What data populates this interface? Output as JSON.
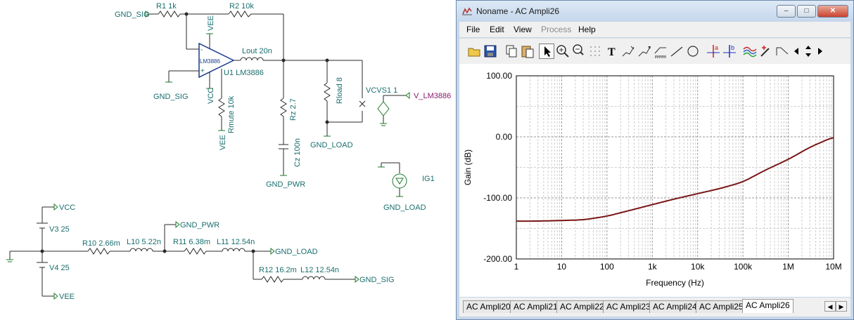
{
  "schematic": {
    "labels": {
      "gnd_sig_1": "GND_SIG",
      "r1": "R1 1k",
      "r2": "R2 10k",
      "vee_1": "VEE",
      "lout": "Lout 20n",
      "opamp_part": "LM3886",
      "u1": "U1 LM3886",
      "gnd_sig_2": "GND_SIG",
      "vcc_1": "VCC",
      "rmute": "Rmute 10k",
      "vee_2": "VEE",
      "rz": "Rz 2.7",
      "cz": "Cz 100n",
      "gnd_pwr_1": "GND_PWR",
      "rload": "Rload 8",
      "gnd_load_1": "GND_LOAD",
      "vcvs": "VCVS1 1",
      "v_out": "V_LM3886",
      "ig1": "IG1",
      "gnd_load_2": "GND_LOAD",
      "vcc_2": "VCC",
      "v3": "V3 25",
      "v4": "V4 25",
      "vee_3": "VEE",
      "r10": "R10 2.66m",
      "l10": "L10 5.22n",
      "gnd_pwr_2": "GND_PWR",
      "r11": "R11 6.38m",
      "l11": "L11 12.54n",
      "gnd_load_3": "GND_LOAD",
      "r12": "R12 16.2m",
      "l12": "L12 12.54n",
      "gnd_sig_3": "GND_SIG",
      "plus": "+",
      "minus": "-"
    }
  },
  "window": {
    "title": "Noname - AC Ampli26",
    "app_icon": "tina-app-icon",
    "buttons": {
      "minimize": "–",
      "maximize": "□",
      "close": "✕"
    }
  },
  "menu": [
    {
      "label": "File",
      "enabled": true
    },
    {
      "label": "Edit",
      "enabled": true
    },
    {
      "label": "View",
      "enabled": true
    },
    {
      "label": "Process",
      "enabled": false
    },
    {
      "label": "Help",
      "enabled": true
    }
  ],
  "toolbar": {
    "icons": [
      "open-icon",
      "save-icon",
      "copy-icon",
      "paste-icon",
      "pointer-icon",
      "zoom-in-icon",
      "zoom-fit-icon",
      "grid-icon",
      "text-icon",
      "pen-icon",
      "pen-arrow-icon",
      "axis-icon",
      "line-icon",
      "circle-icon",
      "cursor-a-icon",
      "cursor-b-icon",
      "curves-icon",
      "marker-icon",
      "step-icon",
      "nav-left-icon",
      "nav-updown-icon",
      "nav-right-icon"
    ],
    "text_icon_glyph": "T",
    "cursor_a_label": "a",
    "cursor_b_label": "b"
  },
  "chart_data": {
    "type": "line",
    "title": "",
    "xlabel": "Frequency (Hz)",
    "ylabel": "Gain (dB)",
    "x_scale": "log",
    "xlim": [
      1,
      10000000
    ],
    "ylim": [
      -200,
      100
    ],
    "x_ticks": [
      "1",
      "10",
      "100",
      "1k",
      "10k",
      "100k",
      "1M",
      "10M"
    ],
    "y_ticks": [
      "100.00",
      "0.00",
      "-100.00",
      "-200.00"
    ],
    "grid": true,
    "series": [
      {
        "color": "#7a1616",
        "x": [
          1,
          3,
          10,
          30,
          100,
          300,
          1000,
          3000,
          10000,
          30000,
          100000,
          300000,
          1000000,
          3000000,
          10000000
        ],
        "y": [
          -138,
          -138,
          -137,
          -136,
          -130,
          -121,
          -111,
          -102,
          -93,
          -85,
          -74,
          -55,
          -37,
          -17,
          0
        ]
      }
    ]
  },
  "tabs": [
    {
      "label": "AC Ampli20",
      "active": false
    },
    {
      "label": "AC Ampli21",
      "active": false
    },
    {
      "label": "AC Ampli22",
      "active": false
    },
    {
      "label": "AC Ampli23",
      "active": false
    },
    {
      "label": "AC Ampli24",
      "active": false
    },
    {
      "label": "AC Ampli25",
      "active": false
    },
    {
      "label": "AC Ampli26",
      "active": true
    }
  ],
  "tab_scroll": {
    "left": "◀",
    "right": "▶"
  }
}
